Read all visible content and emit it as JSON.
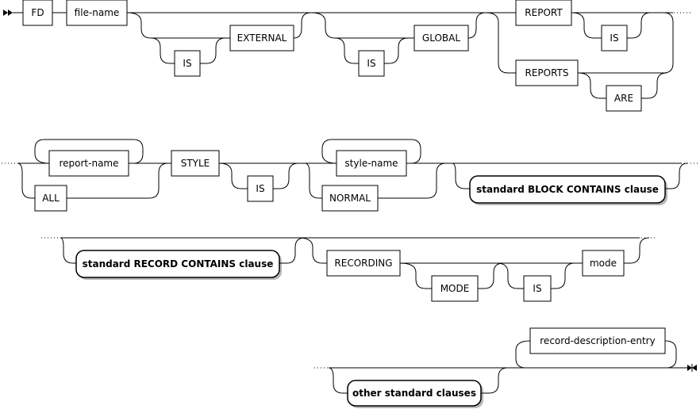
{
  "diagram": {
    "fd": "FD",
    "file_name": "file-name",
    "is_external": "IS",
    "external": "EXTERNAL",
    "is_global": "IS",
    "global": "GLOBAL",
    "report": "REPORT",
    "is_report": "IS",
    "reports": "REPORTS",
    "are": "ARE",
    "report_name": "report-name",
    "all": "ALL",
    "style": "STYLE",
    "is_style": "IS",
    "style_name": "style-name",
    "normal": "NORMAL",
    "block_contains": "standard BLOCK CONTAINS clause",
    "record_contains": "standard RECORD CONTAINS clause",
    "recording": "RECORDING",
    "mode_kw": "MODE",
    "is_mode": "IS",
    "mode": "mode",
    "record_description_entry": "record-description-entry",
    "other_clauses": "other standard clauses"
  }
}
